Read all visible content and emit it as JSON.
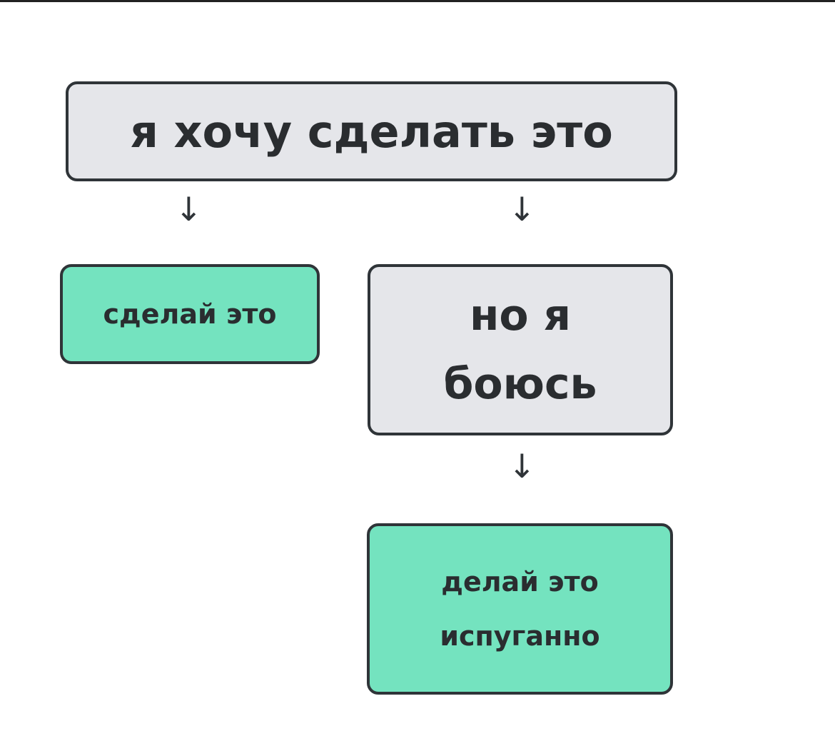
{
  "nodes": {
    "root": "я хочу сделать это",
    "left": "сделай это",
    "right_line1": "но я",
    "right_line2": "боюсь",
    "bottom_line1": "делай это",
    "bottom_line2": "испуганно"
  },
  "colors": {
    "grey": "#e5e6ea",
    "green": "#74e3bf",
    "border": "#2f3438"
  }
}
